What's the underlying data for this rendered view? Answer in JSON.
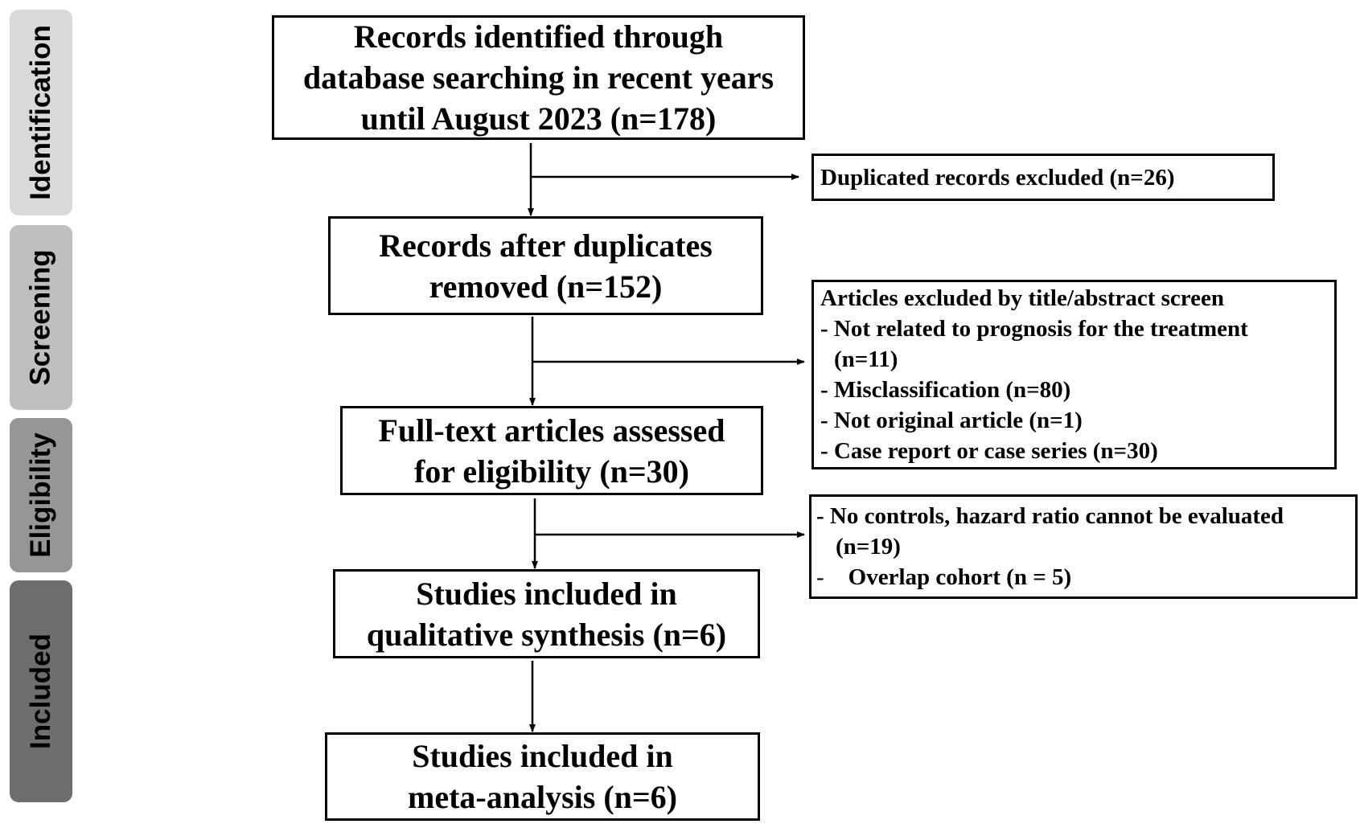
{
  "stages": [
    {
      "label": "Identification",
      "color": "#d9d9d9"
    },
    {
      "label": "Screening",
      "color": "#bfbfbf"
    },
    {
      "label": "Eligibility",
      "color": "#969696"
    },
    {
      "label": "Included",
      "color": "#6e6e6e"
    }
  ],
  "main_boxes": {
    "identified": {
      "line1": "Records identified through",
      "line2": "database searching in recent years",
      "line3": "until August 2023 (n=178)"
    },
    "after_duplicates": {
      "line1": "Records after duplicates",
      "line2": "removed (n=152)"
    },
    "full_text": {
      "line1": "Full-text articles assessed",
      "line2": "for eligibility (n=30)"
    },
    "qualitative": {
      "line1": "Studies included in",
      "line2": "qualitative synthesis (n=6)"
    },
    "meta": {
      "line1": "Studies included in",
      "line2": "meta-analysis (n=6)"
    }
  },
  "side_boxes": {
    "duplicates": {
      "text": "Duplicated records excluded (n=26)"
    },
    "title_abstract": {
      "heading": "Articles excluded by title/abstract screen",
      "items": [
        "- Not related to prognosis for the treatment",
        "(n=11)",
        "- Misclassification (n=80)",
        "- Not original article (n=1)",
        "- Case report or case series (n=30)"
      ]
    },
    "eligibility": {
      "items": [
        "- No controls, hazard ratio cannot be evaluated",
        "(n=19)",
        "-",
        "Overlap cohort (n = 5)"
      ]
    }
  }
}
